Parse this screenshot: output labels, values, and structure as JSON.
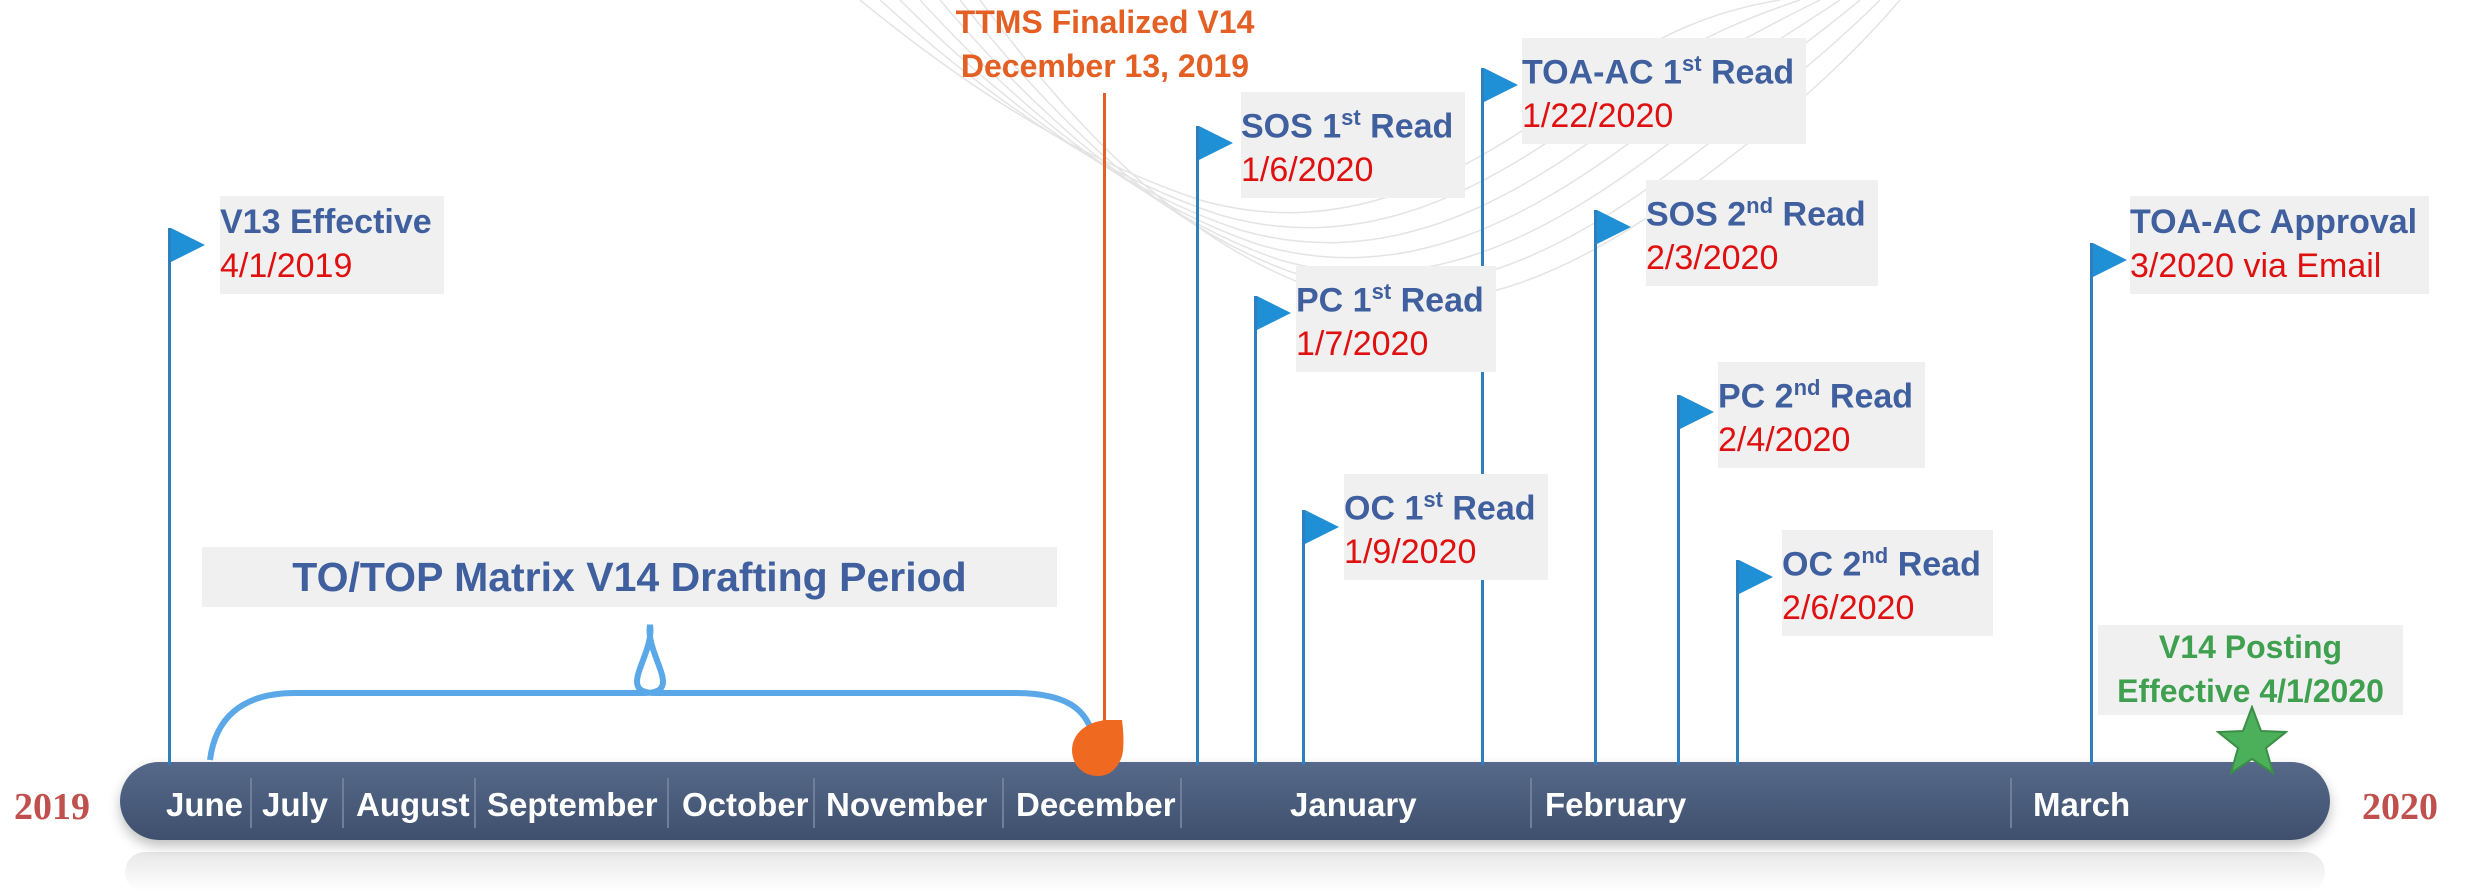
{
  "years": {
    "start": "2019",
    "end": "2020"
  },
  "months": [
    "June",
    "July",
    "August",
    "September",
    "October",
    "November",
    "December",
    "January",
    "February",
    "March"
  ],
  "drafting_label": "TO/TOP Matrix V14 Drafting Period",
  "ttms": {
    "title": "TTMS Finalized V14",
    "date": "December 13, 2019"
  },
  "posting": {
    "line1": "V14 Posting",
    "line2": "Effective 4/1/2020"
  },
  "milestones": [
    {
      "title": "V13  Effective",
      "date": "4/1/2019"
    },
    {
      "title": "SOS 1",
      "sup": "st",
      "suffix": " Read",
      "date": "1/6/2020"
    },
    {
      "title": "PC 1",
      "sup": "st",
      "suffix": " Read",
      "date": "1/7/2020"
    },
    {
      "title": "OC 1",
      "sup": "st",
      "suffix": " Read",
      "date": "1/9/2020"
    },
    {
      "title": "TOA-AC 1",
      "sup": "st",
      "suffix": " Read",
      "date": "1/22/2020"
    },
    {
      "title": "SOS 2",
      "sup": "nd",
      "suffix": " Read",
      "date": "2/3/2020"
    },
    {
      "title": "PC 2",
      "sup": "nd",
      "suffix": " Read",
      "date": "2/4/2020"
    },
    {
      "title": "OC 2",
      "sup": "nd",
      "suffix": " Read",
      "date": "2/6/2020"
    },
    {
      "title": "TOA-AC Approval",
      "date": "3/2020 via Email"
    }
  ],
  "colors": {
    "blue_title": "#3f5f9f",
    "red_date": "#e01010",
    "ttms_orange": "#e35f23",
    "posting_green": "#3fa050",
    "flag_blue": "#1f8fd6",
    "year_red": "#c0504d"
  }
}
